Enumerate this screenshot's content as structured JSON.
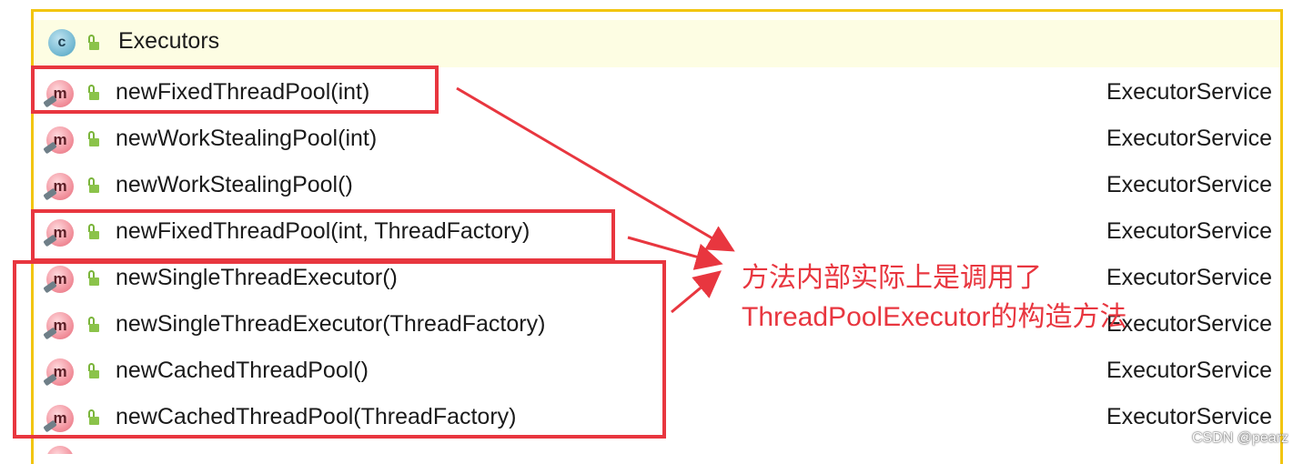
{
  "class_header": {
    "icon": "class-icon",
    "icon_letter": "c",
    "name": "Executors"
  },
  "methods": [
    {
      "icon_letter": "m",
      "name": "newFixedThreadPool(int)",
      "return_type": "ExecutorService"
    },
    {
      "icon_letter": "m",
      "name": "newWorkStealingPool(int)",
      "return_type": "ExecutorService"
    },
    {
      "icon_letter": "m",
      "name": "newWorkStealingPool()",
      "return_type": "ExecutorService"
    },
    {
      "icon_letter": "m",
      "name": "newFixedThreadPool(int, ThreadFactory)",
      "return_type": "ExecutorService"
    },
    {
      "icon_letter": "m",
      "name": "newSingleThreadExecutor()",
      "return_type": "ExecutorService"
    },
    {
      "icon_letter": "m",
      "name": "newSingleThreadExecutor(ThreadFactory)",
      "return_type": "ExecutorService"
    },
    {
      "icon_letter": "m",
      "name": "newCachedThreadPool()",
      "return_type": "ExecutorService"
    },
    {
      "icon_letter": "m",
      "name": "newCachedThreadPool(ThreadFactory)",
      "return_type": "ExecutorService"
    }
  ],
  "annotation": {
    "line1": "方法内部实际上是调用了",
    "line2": "ThreadPoolExecutor的构造方法",
    "color": "#e8363f"
  },
  "watermark": "CSDN @pearz",
  "colors": {
    "panel_border": "#f2c511",
    "header_bg": "#fdfde3",
    "highlight": "#e8363f"
  }
}
